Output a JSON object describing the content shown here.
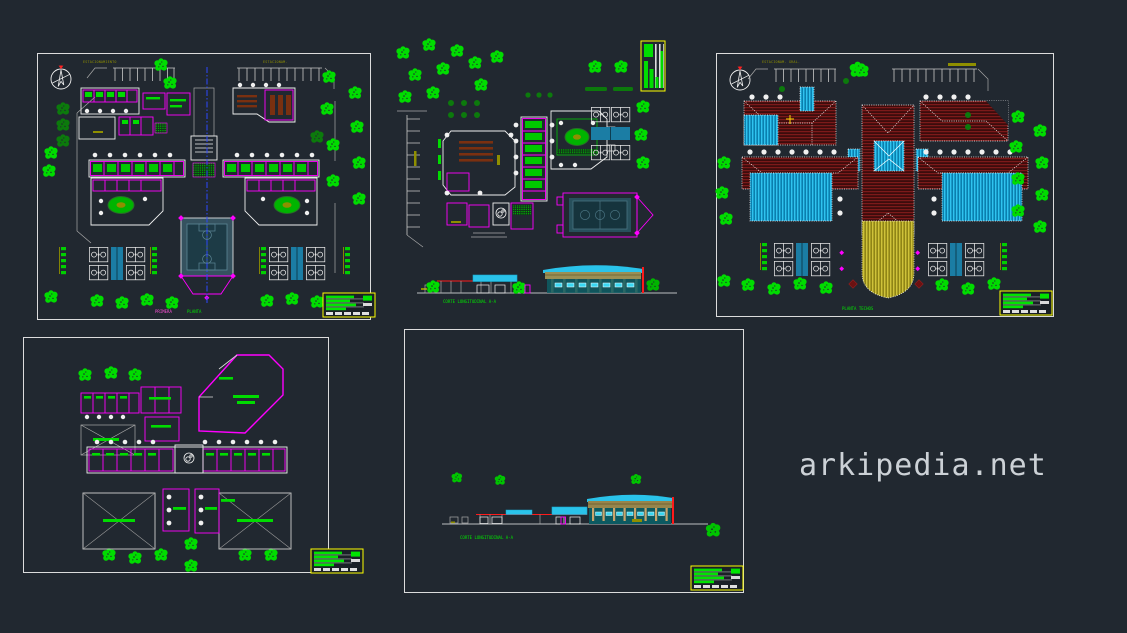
{
  "app": {
    "type": "cad-sheet-montage",
    "background": "#212830"
  },
  "watermark": {
    "text": "arkipedia.net",
    "color": "#ccd1d6"
  },
  "colors": {
    "background": "#212830",
    "sheet_border": "#f0f0f0",
    "walls": "#ff00ff",
    "vegetation_bright": "#00dc00",
    "vegetation_dark": "#0c7a0c",
    "court_fill": "#1b7da4",
    "gym_floor": "#1d3b46",
    "roof_tile": "#7c1a1a",
    "roof_metal": "#2fc3ef",
    "roof_gym": "#cfc23a",
    "axis_line": "#2d47ff",
    "title_block_border": "#ffff00",
    "title_block_bars": "#00e400",
    "annotation": "#8f8f00",
    "elevation_accent": "#ff1a1a",
    "canopy": "#2ac3ea"
  },
  "panels": {
    "p1": {
      "name": "first-floor-site-plan",
      "caption_a": "PRIMERA",
      "caption_b": "PLANTA",
      "label_parking_left": "ESTACIONAMIENTO",
      "label_parking_right": "ESTACIONAM."
    },
    "p2": {
      "name": "site-plan-detail-with-section",
      "caption": "CORTE LONGITUDINAL  A-A"
    },
    "p3": {
      "name": "roof-plan",
      "caption": "PLANTA TECHOS",
      "label_parking_left": "ESTACIONAM. GRAL.",
      "label_parking_right": ""
    },
    "p4": {
      "name": "second-floor-plan"
    },
    "p5": {
      "name": "longitudinal-section-sheet",
      "caption": "CORTE LONGITUDINAL  A-A"
    }
  }
}
